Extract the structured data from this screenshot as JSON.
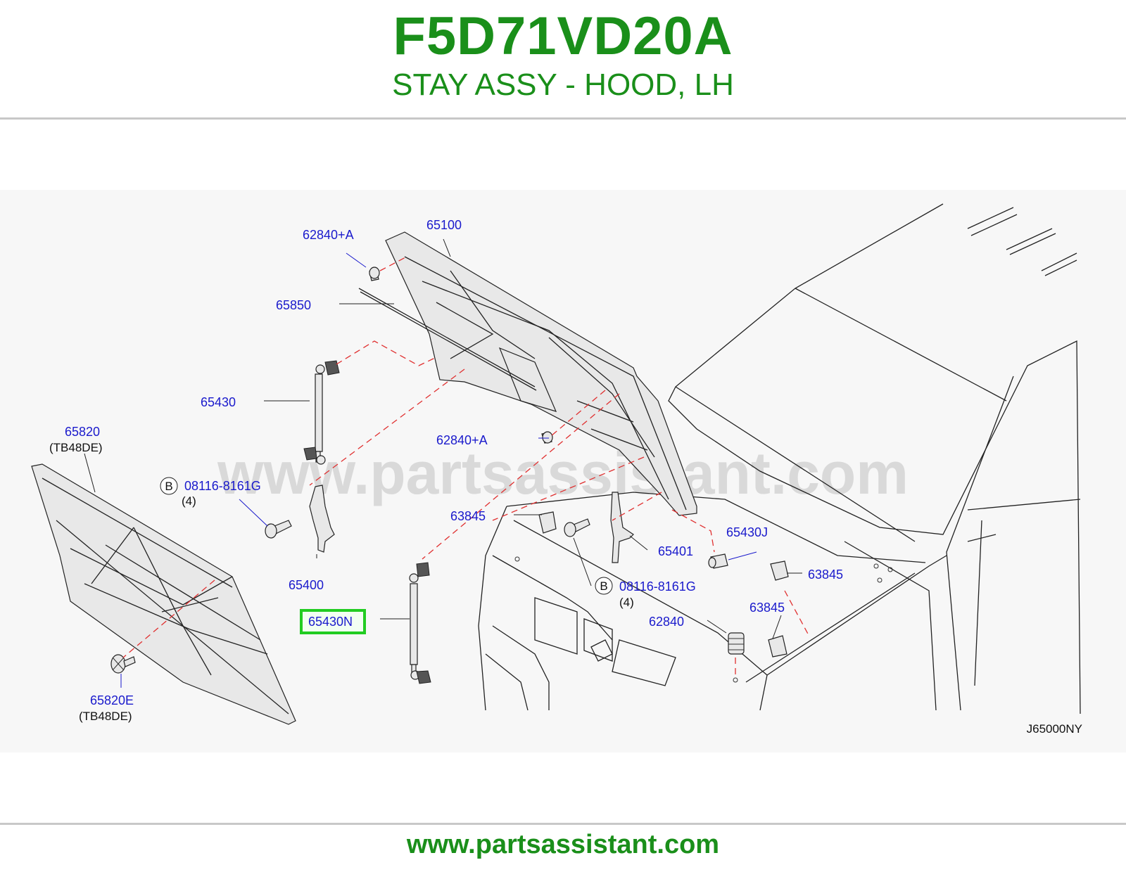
{
  "header": {
    "part_number": "F5D71VD20A",
    "part_name": "STAY ASSY - HOOD, LH"
  },
  "diagram": {
    "watermark": "www.partsassistant.com",
    "figure_code": "J65000NY",
    "highlighted_callout": "65430N",
    "colors": {
      "brand_green": "#1a8f1a",
      "callout_blue": "#1a1acc",
      "highlight": "#22cc22",
      "dashed_guide": "#e03030"
    },
    "callouts": {
      "c62840A_top": "62840+A",
      "c65100": "65100",
      "c65850": "65850",
      "c65430": "65430",
      "c65820": "65820",
      "c65820_note": "(TB48DE)",
      "c08116_left": "08116-8161G",
      "c08116_left_qty": "(4)",
      "c62840A_mid": "62840+A",
      "c63845_left": "63845",
      "c65400": "65400",
      "c65430N": "65430N",
      "c65401": "65401",
      "c65430J": "65430J",
      "c63845_right": "63845",
      "c08116_right": "08116-8161G",
      "c08116_right_qty": "(4)",
      "c63845_low": "63845",
      "c62840": "62840",
      "c65820E": "65820E",
      "c65820E_note": "(TB48DE)",
      "bolt_marker": "B"
    }
  },
  "footer": {
    "url": "www.partsassistant.com"
  }
}
